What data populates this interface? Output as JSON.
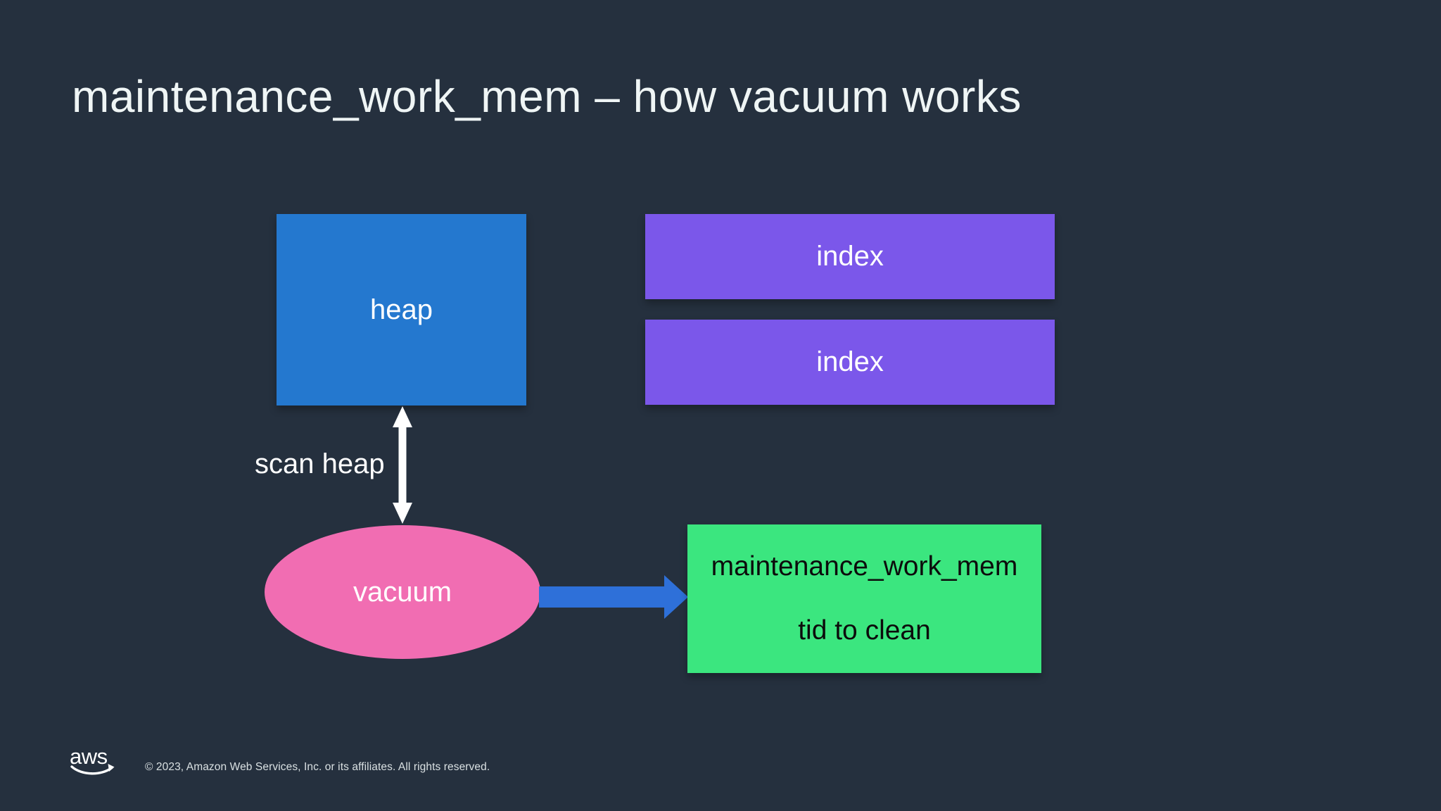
{
  "slide": {
    "title": "maintenance_work_mem – how vacuum works",
    "diagram": {
      "heap": {
        "label": "heap",
        "color": "#2478CF"
      },
      "indexes": [
        {
          "label": "index"
        },
        {
          "label": "index"
        }
      ],
      "index_color": "#7B57EA",
      "vacuum": {
        "label": "vacuum",
        "color": "#F16DB2"
      },
      "memory": {
        "line1": "maintenance_work_mem",
        "line2": "tid to clean",
        "color": "#3BE67F",
        "text_color": "#0c0c0c"
      },
      "scan_edge": {
        "label": "scan heap",
        "arrow_color": "#FFFFFF",
        "type": "double-arrow"
      },
      "flow_edge": {
        "arrow_color": "#2E70D9",
        "type": "arrow"
      }
    },
    "footer": {
      "logo_text": "aws",
      "copyright": "© 2023, Amazon Web Services, Inc. or its affiliates. All rights reserved."
    },
    "colors": {
      "background": "#25303E",
      "title_text": "#EFF5F5"
    }
  }
}
